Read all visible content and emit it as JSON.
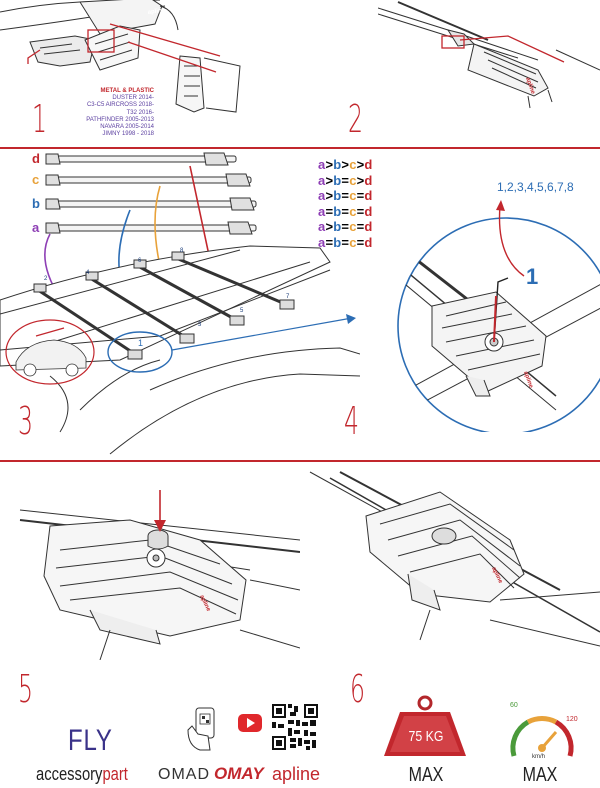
{
  "steps": [
    "1",
    "2",
    "3",
    "4",
    "5",
    "6"
  ],
  "compatibility": {
    "header": "METAL & PLASTIC",
    "models": [
      "DUSTER 2014-",
      "C3-C5 AIRCROSS 2018-",
      "T32 2016-",
      "PATHFINDER 2005-2013",
      "NAVARA 2005-2014",
      "JIMNY 1998 - 2018"
    ]
  },
  "bars": [
    {
      "label": "d",
      "color": "#c2272d"
    },
    {
      "label": "c",
      "color": "#e8a23a"
    },
    {
      "label": "b",
      "color": "#2c6db4"
    },
    {
      "label": "a",
      "color": "#8e3fb5"
    }
  ],
  "rail_numbers": [
    "1",
    "2",
    "3",
    "4",
    "5",
    "6",
    "7",
    "8"
  ],
  "size_rules": [
    [
      "a",
      ">",
      "b",
      ">",
      "c",
      ">",
      "d"
    ],
    [
      "a",
      ">",
      "b",
      "=",
      "c",
      ">",
      "d"
    ],
    [
      "a",
      ">",
      "b",
      "=",
      "c",
      "=",
      "d"
    ],
    [
      "a",
      "=",
      "b",
      "=",
      "c",
      "=",
      "d"
    ],
    [
      "a",
      ">",
      "b",
      "=",
      "c",
      "=",
      "d"
    ],
    [
      "a",
      "=",
      "b",
      "=",
      "c",
      "=",
      "d"
    ]
  ],
  "tighten_sequence": "1,2,3,4,5,6,7,8",
  "callout_number": "1",
  "brand_mark": "apline",
  "footer": {
    "fly": "FLY",
    "accessory": "accessory",
    "part": "part",
    "omad": "OMAD",
    "omay": "OMAY",
    "apline": "apline",
    "max_load": "75 KG",
    "max_label_weight": "MAX",
    "max_label_speed": "MAX",
    "speed_unit": "km/h",
    "speed_min": "60",
    "speed_max": "120"
  },
  "colors": {
    "red": "#c2272d",
    "orange": "#e8a23a",
    "blue": "#2c6db4",
    "purple": "#8e3fb5",
    "dark": "#222"
  }
}
